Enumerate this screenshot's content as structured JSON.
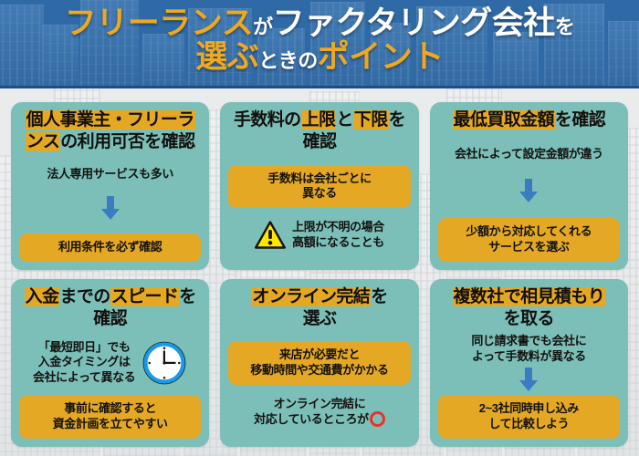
{
  "header": {
    "title_line1": [
      {
        "text": "フリーランス",
        "style": "gold-big"
      },
      {
        "text": "が",
        "style": "white-small"
      },
      {
        "text": "ファクタリング会社",
        "style": "white-big"
      },
      {
        "text": "を",
        "style": "white-small"
      }
    ],
    "title_line2": [
      {
        "text": "選ぶ",
        "style": "gold-big"
      },
      {
        "text": "ときの",
        "style": "white-small"
      },
      {
        "text": "ポイント",
        "style": "gold-big"
      }
    ],
    "title_plain": "フリーランスがファクタリング会社を選ぶときのポイント",
    "background_color": "#2f6aa7"
  },
  "colors": {
    "header_blue": "#2f6aa7",
    "card_teal": "#7cbfb8",
    "accent_gold": "#e5a825",
    "title_gold": "#f0a81e",
    "arrow_blue": "#3a7cc4",
    "circle_red": "#e8322a",
    "warning_yellow": "#ffe600",
    "page_bg": "#e9ebec"
  },
  "cards": [
    {
      "id": "card-sole-proprietor",
      "title_runs": [
        {
          "text": "個人事業主・フリーランス",
          "highlight": true
        },
        {
          "text": "の利用可否を確認",
          "highlight": false
        }
      ],
      "title_plain": "個人事業主・フリーランスの利用可否を確認",
      "note": "法人専用サービスも多い",
      "arrow": "arrow-down-icon",
      "gold_box": "利用条件を必ず確認",
      "icon": null
    },
    {
      "id": "card-fee-range",
      "title_runs": [
        {
          "text": "手数料の",
          "highlight": false
        },
        {
          "text": "上限",
          "highlight": true
        },
        {
          "text": "と",
          "highlight": false
        },
        {
          "text": "下限",
          "highlight": true
        },
        {
          "text": "を確認",
          "highlight": false
        }
      ],
      "title_plain": "手数料の上限と下限を確認",
      "note": null,
      "arrow": null,
      "gold_box": "手数料は会社ごとに異なる",
      "icon": "warning-triangle-icon",
      "icon_note": "上限が不明の場合高額になることも"
    },
    {
      "id": "card-minimum-amount",
      "title_runs": [
        {
          "text": "最低買取金額",
          "highlight": true
        },
        {
          "text": "を確認",
          "highlight": false
        }
      ],
      "title_plain": "最低買取金額を確認",
      "note": "会社によって設定金額が違う",
      "arrow": "arrow-down-icon",
      "gold_box": "少額から対応してくれるサービスを選ぶ",
      "icon": null
    },
    {
      "id": "card-payout-speed",
      "title_runs": [
        {
          "text": "入金",
          "highlight": true
        },
        {
          "text": "までの",
          "highlight": false
        },
        {
          "text": "スピード",
          "highlight": true
        },
        {
          "text": "を確認",
          "highlight": false
        }
      ],
      "title_plain": "入金までのスピードを確認",
      "note": "「最短即日」でも入金タイミングは会社によって異なる",
      "arrow": null,
      "gold_box": "事前に確認すると資金計画を立てやすい",
      "icon": "clock-icon"
    },
    {
      "id": "card-online-completion",
      "title_runs": [
        {
          "text": "オンライン完結",
          "highlight": true
        },
        {
          "text": "を選ぶ",
          "highlight": false
        }
      ],
      "title_plain": "オンライン完結を選ぶ",
      "note": null,
      "arrow": null,
      "gold_box": "来店が必要だと移動時間や交通費がかかる",
      "icon": "red-circle-icon",
      "bottom_note": "オンライン完結に対応しているところが"
    },
    {
      "id": "card-multiple-quotes",
      "title_runs": [
        {
          "text": "複数社で相見積もり",
          "highlight": true
        },
        {
          "text": "を取る",
          "highlight": false
        }
      ],
      "title_plain": "複数社で相見積もりを取る",
      "note": "同じ請求書でも会社によって手数料が異なる",
      "arrow": "arrow-down-icon",
      "gold_box": "2~3社同時申し込みして比較しよう",
      "icon": null
    }
  ],
  "card_text": {
    "c1_title_a": "個人事業主・フリーランス",
    "c1_title_b": "の利用可否を確認",
    "c1_note": "法人専用サービスも多い",
    "c1_gold": "利用条件を必ず確認",
    "c2_title_a": "手数料の",
    "c2_title_b": "上限",
    "c2_title_c": "と",
    "c2_title_d": "下限",
    "c2_title_e": "を確認",
    "c2_gold_l1": "手数料は会社ごとに",
    "c2_gold_l2": "異なる",
    "c2_note_l1": "上限が不明の場合",
    "c2_note_l2": "高額になることも",
    "c3_title_a": "最低買取金額",
    "c3_title_b": "を確認",
    "c3_note": "会社によって設定金額が違う",
    "c3_gold_l1": "少額から対応してくれる",
    "c3_gold_l2": "サービスを選ぶ",
    "c4_title_a": "入金",
    "c4_title_b": "までの",
    "c4_title_c": "スピード",
    "c4_title_d": "を確認",
    "c4_note_l1": "「最短即日」でも",
    "c4_note_l2": "入金タイミングは",
    "c4_note_l3": "会社によって異なる",
    "c4_gold_l1": "事前に確認すると",
    "c4_gold_l2": "資金計画を立てやすい",
    "c5_title_a": "オンライン完結",
    "c5_title_b": "を",
    "c5_title_c": "選ぶ",
    "c5_gold_l1": "来店が必要だと",
    "c5_gold_l2": "移動時間や交通費がかかる",
    "c5_note_l1": "オンライン完結に",
    "c5_note_l2": "対応しているところが",
    "c6_title_a": "複数社で相見積もり",
    "c6_title_b": "を取る",
    "c6_note_l1": "同じ請求書でも会社に",
    "c6_note_l2": "よって手数料が異なる",
    "c6_gold_l1": "2~3社同時申し込み",
    "c6_gold_l2": "して比較しよう"
  }
}
